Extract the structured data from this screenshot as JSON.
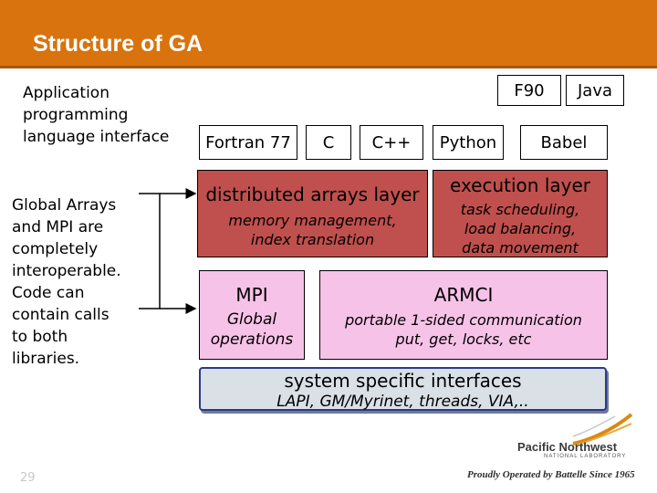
{
  "header": {
    "title": "Structure of GA"
  },
  "left": {
    "api_label": [
      "Application",
      "programming",
      "language interface"
    ],
    "note": [
      "Global Arrays",
      "and MPI are",
      "completely",
      "interoperable.",
      "Code can",
      "contain calls",
      "to both",
      "libraries."
    ]
  },
  "languages": {
    "fortran": "Fortran 77",
    "c": "C",
    "cpp": "C++",
    "python": "Python",
    "babel": "Babel",
    "f90": "F90",
    "java": "Java"
  },
  "layers": {
    "distributed": {
      "title": "distributed arrays layer",
      "desc": [
        "memory management,",
        "index translation"
      ]
    },
    "execution": {
      "title": "execution layer",
      "desc": [
        "task scheduling,",
        "load balancing,",
        "data movement"
      ]
    },
    "mpi": {
      "title": "MPI",
      "desc": [
        "Global",
        "operations"
      ]
    },
    "armci": {
      "title": "ARMCI",
      "desc": [
        "portable 1-sided communication",
        "put, get, locks, etc"
      ]
    },
    "system": {
      "title": "system specific interfaces",
      "desc": "LAPI, GM/Myrinet, threads, VIA,.."
    }
  },
  "footer": {
    "page_number": "29",
    "logo_text": [
      "Pacific Northwest",
      "NATIONAL LABORATORY"
    ],
    "operated_by": "Proudly Operated by Battelle Since 1965"
  },
  "colors": {
    "header": "#d9730d",
    "distributed_layer": "#c0504d",
    "armci_layer": "#f7c2e8",
    "system_layer": "#d9e0e6"
  }
}
